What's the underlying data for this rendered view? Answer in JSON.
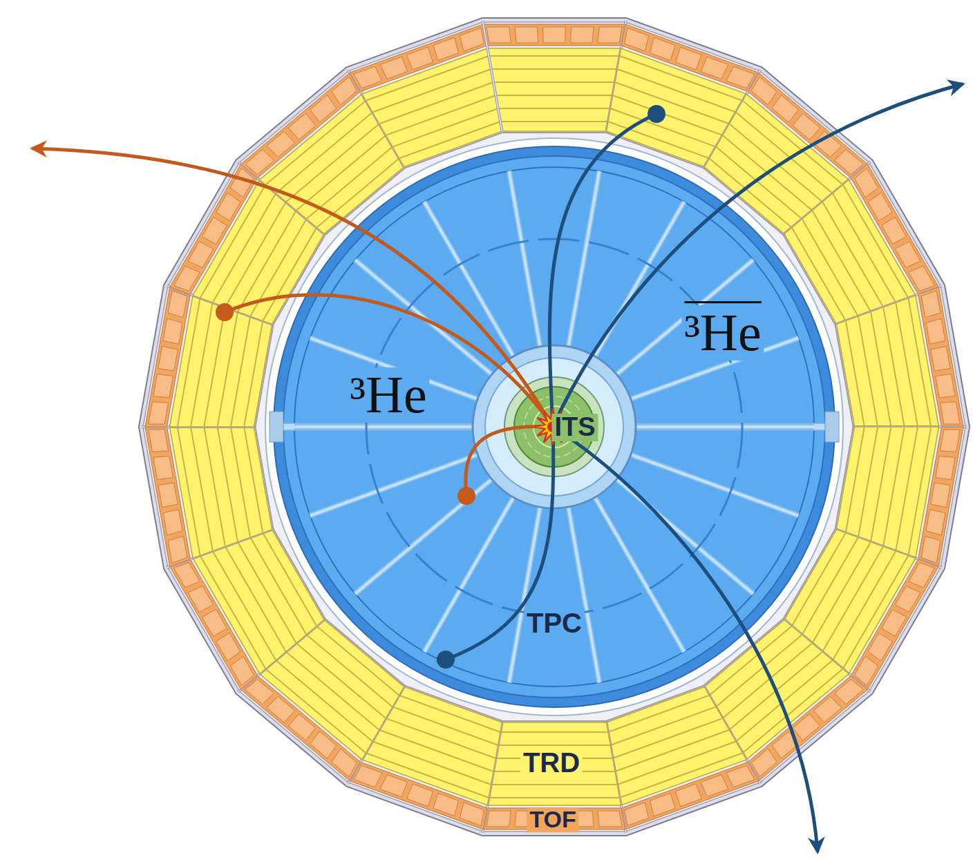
{
  "diagram": {
    "labels": [
      "³He",
      "³He",
      "ITS",
      "TPC",
      "TRD",
      "TOF"
    ]
  }
}
